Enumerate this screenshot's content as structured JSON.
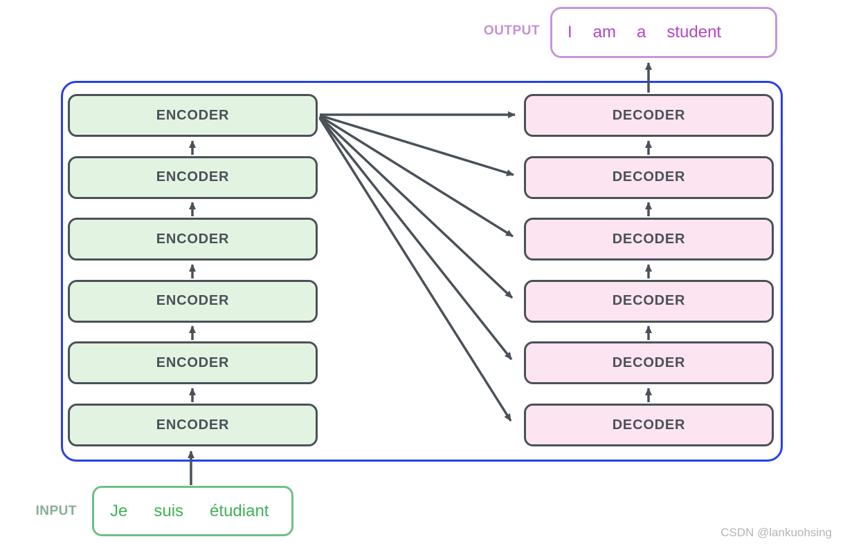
{
  "diagram_title": "transformer-encoder-decoder-stack",
  "output": {
    "label": "OUTPUT",
    "words": [
      "I",
      "am",
      "a",
      "student"
    ]
  },
  "input": {
    "label": "INPUT",
    "words": [
      "Je",
      "suis",
      "étudiant"
    ]
  },
  "encoder_stack": {
    "blocks": [
      "ENCODER",
      "ENCODER",
      "ENCODER",
      "ENCODER",
      "ENCODER",
      "ENCODER"
    ]
  },
  "decoder_stack": {
    "blocks": [
      "DECODER",
      "DECODER",
      "DECODER",
      "DECODER",
      "DECODER",
      "DECODER"
    ]
  },
  "watermark": "CSDN @lankuohsing",
  "colors": {
    "arrow_color": "#4a5158",
    "block_border": "#4a5158",
    "encoder_fill": "#e3f3e1",
    "decoder_fill": "#fce4f0",
    "container_blue": "#2540f0",
    "output_border": "#c795d8",
    "output_text": "#b545c8",
    "output_label": "#c591d3",
    "input_border": "#6fc083",
    "input_text": "#3fb356",
    "input_label": "#86af91",
    "watermark": "#b5b5b5"
  }
}
